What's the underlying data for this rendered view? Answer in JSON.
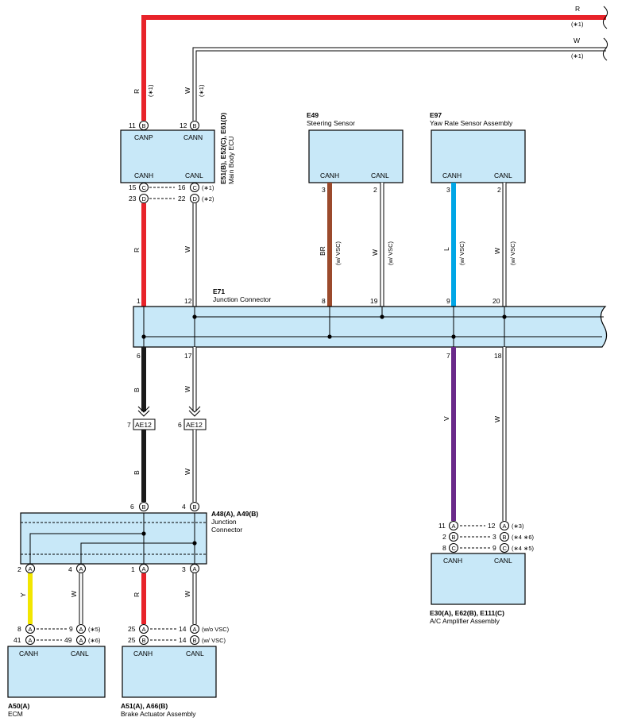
{
  "wire_colors": {
    "R": "#e8232a",
    "B": "#1a1a1a",
    "BR": "#9b4a2c",
    "L": "#00a6e6",
    "V": "#6a2a8a",
    "Y": "#f2e600",
    "W": "#ffffff"
  },
  "box_fill": "#c8e8f8",
  "top_wires": {
    "r_color": "R",
    "r_note": "(∗1)",
    "w_color": "W",
    "w_note": "(∗1)"
  },
  "main_body_ecu": {
    "code": "E51(B), E52(C), E61(D)",
    "name": "Main Body ECU",
    "canp": "CANP",
    "cann": "CANN",
    "canh": "CANH",
    "canl": "CANL",
    "pin_11": "11",
    "pin_11_letter": "B",
    "pin_12": "12",
    "pin_12_letter": "B",
    "pin_15": "15",
    "pin_15_letter": "C",
    "pin_16": "16",
    "pin_16_letter": "C",
    "pin_23": "23",
    "pin_23_letter": "D",
    "pin_22": "22",
    "pin_22_letter": "D",
    "note_1": "(∗1)",
    "note_2": "(∗2)",
    "wire_top_r": "R",
    "wire_top_r_note": "(∗1)",
    "wire_top_w": "W",
    "wire_top_w_note": "(∗1)",
    "wire_bottom_r": "R",
    "wire_bottom_w": "W"
  },
  "steering_sensor": {
    "code": "E49",
    "name": "Steering Sensor",
    "canh": "CANH",
    "canl": "CANL",
    "pin_h": "3",
    "pin_l": "2",
    "wire_h": "BR",
    "wire_h_note": "(w/ VSC)",
    "wire_l": "W",
    "wire_l_note": "(w/ VSC)"
  },
  "yaw_sensor": {
    "code": "E97",
    "name": "Yaw Rate Sensor Assembly",
    "canh": "CANH",
    "canl": "CANL",
    "pin_h": "3",
    "pin_l": "2",
    "wire_h": "L",
    "wire_h_note": "(w/ VSC)",
    "wire_l": "W",
    "wire_l_note": "(w/ VSC)"
  },
  "e71": {
    "code": "E71",
    "name": "Junction Connector",
    "pin_1": "1",
    "pin_12": "12",
    "pin_8": "8",
    "pin_19": "19",
    "pin_9": "9",
    "pin_20": "20",
    "pin_6": "6",
    "pin_17": "17",
    "pin_7": "7",
    "pin_18": "18"
  },
  "ae12": {
    "label": "AE12",
    "pin_b": "7",
    "pin_w": "6",
    "wire_b_upper": "B",
    "wire_w_upper": "W",
    "wire_b_lower": "B",
    "wire_w_lower": "W"
  },
  "a48": {
    "code": "A48(A), A49(B)",
    "name_1": "Junction",
    "name_2": "Connector",
    "pin_6": "6",
    "pin_6_letter": "B",
    "pin_4": "4",
    "pin_4_letter": "B",
    "pin_2": "2",
    "pin_2_letter": "A",
    "pin_4b": "4",
    "pin_4b_letter": "A",
    "pin_1": "1",
    "pin_1_letter": "A",
    "pin_3": "3",
    "pin_3_letter": "A"
  },
  "ecm": {
    "code": "A50(A)",
    "name": "ECM",
    "canh": "CANH",
    "canl": "CANL",
    "wire_h": "Y",
    "wire_l": "W",
    "pin_8": "8",
    "pin_8_letter": "A",
    "pin_9": "9",
    "pin_9_letter": "A",
    "pin_41": "41",
    "pin_41_letter": "A",
    "pin_49": "49",
    "pin_49_letter": "A",
    "note_5": "(∗5)",
    "note_6": "(∗6)"
  },
  "brake": {
    "code": "A51(A), A66(B)",
    "name": "Brake Actuator Assembly",
    "canh": "CANH",
    "canl": "CANL",
    "wire_h": "R",
    "wire_l": "W",
    "pin_25a": "25",
    "pin_25a_letter": "A",
    "pin_14a": "14",
    "pin_14a_letter": "A",
    "pin_25b": "25",
    "pin_25b_letter": "B",
    "pin_14b": "14",
    "pin_14b_letter": "B",
    "note_wo": "(w/o VSC)",
    "note_w": "(w/ VSC)"
  },
  "ac_amp": {
    "code": "E30(A), E62(B), E111(C)",
    "name": "A/C Amplifier Assembly",
    "canh": "CANH",
    "canl": "CANL",
    "wire_h": "V",
    "wire_l": "W",
    "pin_11": "11",
    "pin_11_letter": "A",
    "pin_12": "12",
    "pin_12_letter": "A",
    "pin_2": "2",
    "pin_2_letter": "B",
    "pin_3": "3",
    "pin_3_letter": "B",
    "pin_8": "8",
    "pin_8_letter": "C",
    "pin_9": "9",
    "pin_9_letter": "C",
    "note_3": "(∗3)",
    "note_46": "(∗4 ∗6)",
    "note_45": "(∗4 ∗5)"
  }
}
